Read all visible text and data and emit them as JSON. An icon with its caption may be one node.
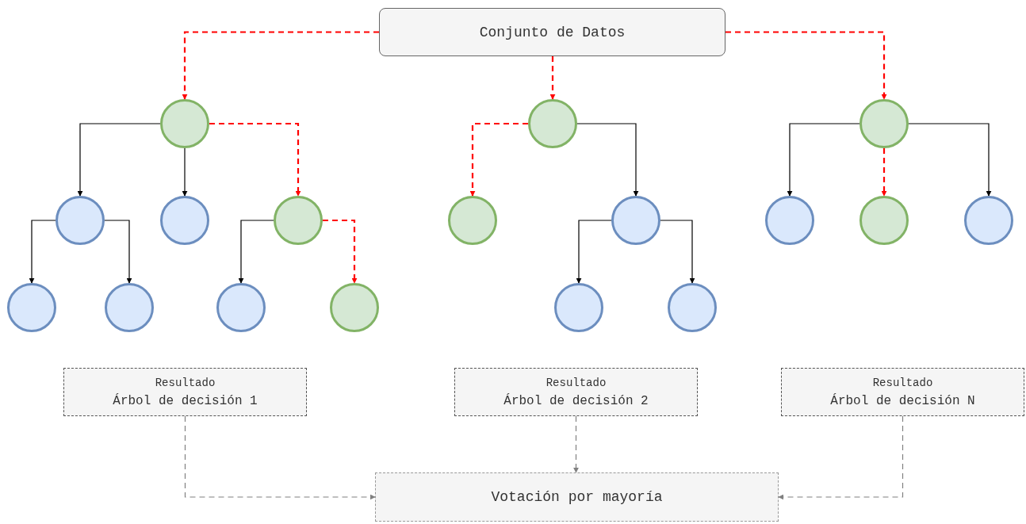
{
  "diagram": {
    "nodes": [
      {
        "text": [
          "Conjunto de Datos"
        ]
      },
      {
        "text": [],
        "shape": "circle"
      },
      {
        "text": [],
        "shape": "circle"
      },
      {
        "text": [],
        "shape": "circle"
      },
      {
        "text": [],
        "shape": "circle"
      },
      {
        "text": [],
        "shape": "circle"
      },
      {
        "text": [],
        "shape": "circle"
      },
      {
        "text": [],
        "shape": "circle"
      },
      {
        "text": [],
        "shape": "circle"
      },
      {
        "text": [],
        "shape": "circle"
      },
      {
        "text": [],
        "shape": "circle"
      },
      {
        "text": [],
        "shape": "circle"
      },
      {
        "text": [],
        "shape": "circle"
      },
      {
        "text": [],
        "shape": "circle"
      },
      {
        "text": [],
        "shape": "circle"
      },
      {
        "text": [],
        "shape": "circle"
      },
      {
        "text": [],
        "shape": "circle"
      },
      {
        "text": [],
        "shape": "circle"
      },
      {
        "text": [
          "Resultado",
          "Árbol de decisión 1"
        ]
      },
      {
        "text": [
          "Resultado",
          "Árbol de decisión 2"
        ]
      },
      {
        "text": [
          "Resultado",
          "Árbol de decisión N"
        ]
      },
      {
        "text": [
          "Votación por mayoría"
        ]
      }
    ],
    "edges": [
      {
        "from": 0,
        "to": 1,
        "arrow": "to",
        "style": "dashed",
        "color": "#ff0000"
      },
      {
        "from": 0,
        "to": 9,
        "arrow": "to",
        "style": "dashed",
        "color": "#ff0000"
      },
      {
        "from": 0,
        "to": 14,
        "arrow": "to",
        "style": "dashed",
        "color": "#ff0000"
      },
      {
        "from": 1,
        "to": 2,
        "arrow": "to"
      },
      {
        "from": 1,
        "to": 3,
        "arrow": "to"
      },
      {
        "from": 1,
        "to": 4,
        "arrow": "to",
        "style": "dashed",
        "color": "#ff0000"
      },
      {
        "from": 2,
        "to": 5,
        "arrow": "to"
      },
      {
        "from": 2,
        "to": 6,
        "arrow": "to"
      },
      {
        "from": 4,
        "to": 7,
        "arrow": "to"
      },
      {
        "from": 4,
        "to": 8,
        "arrow": "to",
        "style": "dashed",
        "color": "#ff0000"
      },
      {
        "from": 9,
        "to": 10,
        "arrow": "to",
        "style": "dashed",
        "color": "#ff0000"
      },
      {
        "from": 9,
        "to": 11,
        "arrow": "to"
      },
      {
        "from": 11,
        "to": 12,
        "arrow": "to"
      },
      {
        "from": 11,
        "to": 13,
        "arrow": "to"
      },
      {
        "from": 14,
        "to": 15,
        "arrow": "to"
      },
      {
        "from": 14,
        "to": 16,
        "arrow": "to",
        "style": "dashed",
        "color": "#ff0000"
      },
      {
        "from": 14,
        "to": 17,
        "arrow": "to"
      },
      {
        "from": 18,
        "to": 21,
        "arrow": "to",
        "style": "dashed",
        "color": "#808080"
      },
      {
        "from": 19,
        "to": 21,
        "arrow": "to",
        "style": "dashed",
        "color": "#808080"
      },
      {
        "from": 20,
        "to": 21,
        "arrow": "to",
        "style": "dashed",
        "color": "#808080"
      }
    ]
  }
}
